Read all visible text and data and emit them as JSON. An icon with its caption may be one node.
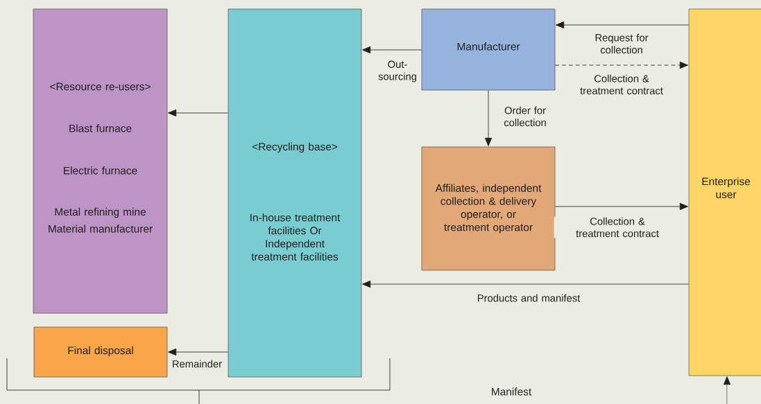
{
  "diagram": {
    "nodes": [
      {
        "text": [
          "<Resource re-users>",
          "Blast furnace",
          "Electric furnace",
          "Metal refining mine",
          "Material manufacturer"
        ]
      },
      {
        "text": [
          "Final disposal"
        ]
      },
      {
        "text": [
          "<Recycling base>",
          "In-house treatment facilities Or Independent treatment facilities"
        ]
      },
      {
        "text": [
          "Manufacturer"
        ]
      },
      {
        "text": [
          "Affiliates, independent collection & delivery operator, or treatment operator"
        ]
      },
      {
        "text": [
          "Enterprise user"
        ]
      }
    ],
    "edges": [
      {
        "from": 2,
        "to": 0,
        "arrow": "to"
      },
      {
        "from": 2,
        "to": 1,
        "arrow": "to",
        "label": "Remainder"
      },
      {
        "from": 3,
        "to": 2,
        "arrow": "to",
        "label": "Out- sourcing"
      },
      {
        "from": 5,
        "to": 3,
        "arrow": "to",
        "label": "Request for collection"
      },
      {
        "from": 3,
        "to": 5,
        "arrow": "to",
        "style": "dashed",
        "label": "Collection & treatment contract"
      },
      {
        "from": 3,
        "to": 4,
        "arrow": "to",
        "label": "Order for collection"
      },
      {
        "from": 4,
        "to": 5,
        "arrow": "to",
        "label": "Collection & treatment contract"
      },
      {
        "from": 5,
        "to": 2,
        "arrow": "to",
        "label": "Products and manifest"
      },
      {
        "from": null,
        "to": 5,
        "arrow": "to"
      }
    ],
    "labels": [
      "Manifest"
    ]
  }
}
